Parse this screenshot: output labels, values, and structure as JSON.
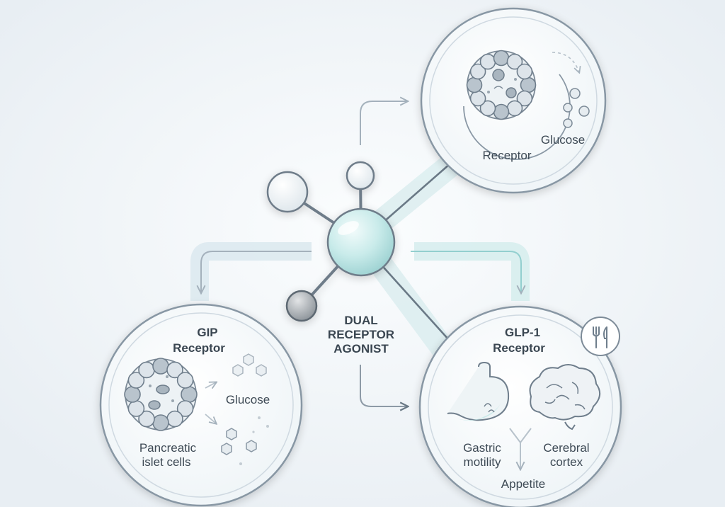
{
  "center": {
    "line1": "DUAL",
    "line2": "RECEPTOR",
    "line3": "AGONIST"
  },
  "top_node": {
    "receptor_label": "Receptor",
    "glucose_label": "Glucose"
  },
  "gip_node": {
    "title_line1": "GIP",
    "title_line2": "Receptor",
    "glucose_label": "Glucose",
    "cells_line1": "Pancreatic",
    "cells_line2": "islet cells"
  },
  "glp1_node": {
    "title_line1": "GLP-1",
    "title_line2": "Receptor",
    "stomach_line1": "Gastric",
    "stomach_line2": "motility",
    "brain_line1": "Cerebral",
    "brain_line2": "cortex",
    "appetite_label": "Appetite"
  },
  "colors": {
    "outline": "#6f7e8c",
    "accent_teal": "#bfe6e6",
    "cell_fill": "#dde4ea",
    "background": "#f1f5f8"
  }
}
